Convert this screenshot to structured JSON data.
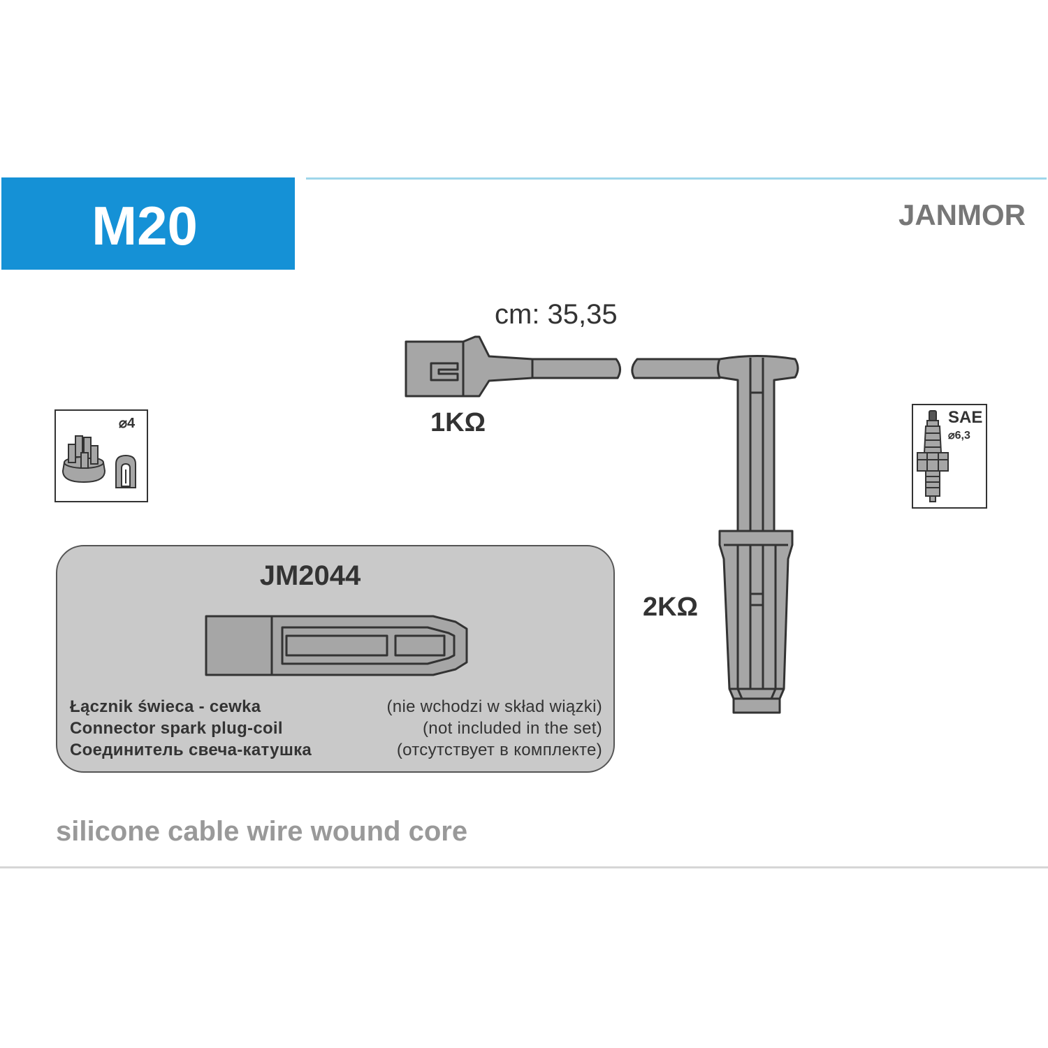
{
  "header": {
    "code": "M20",
    "brand": "JANMOR",
    "accent_color": "#1591d6"
  },
  "cable": {
    "length_label": "cm: 35,35",
    "resistance_coil_end": "1KΩ",
    "resistance_plug_end": "2KΩ"
  },
  "distributor_icon": {
    "name": "distributor-cap-icon",
    "diameter_label": "⌀4"
  },
  "spark_plug_icon": {
    "name": "spark-plug-icon",
    "standard_label": "SAE",
    "diameter_label": "⌀6,3"
  },
  "connector_panel": {
    "part_number": "JM2044",
    "lines": [
      {
        "main": "Łącznik świeca - cewka",
        "note": "(nie wchodzi w skład wiązki)"
      },
      {
        "main": "Connector spark plug-coil",
        "note": "(not included in the set)"
      },
      {
        "main": "Соединитель свеча-катушка",
        "note": "(отсутствует в комплекте)"
      }
    ]
  },
  "footnote": "silicone cable wire wound core"
}
